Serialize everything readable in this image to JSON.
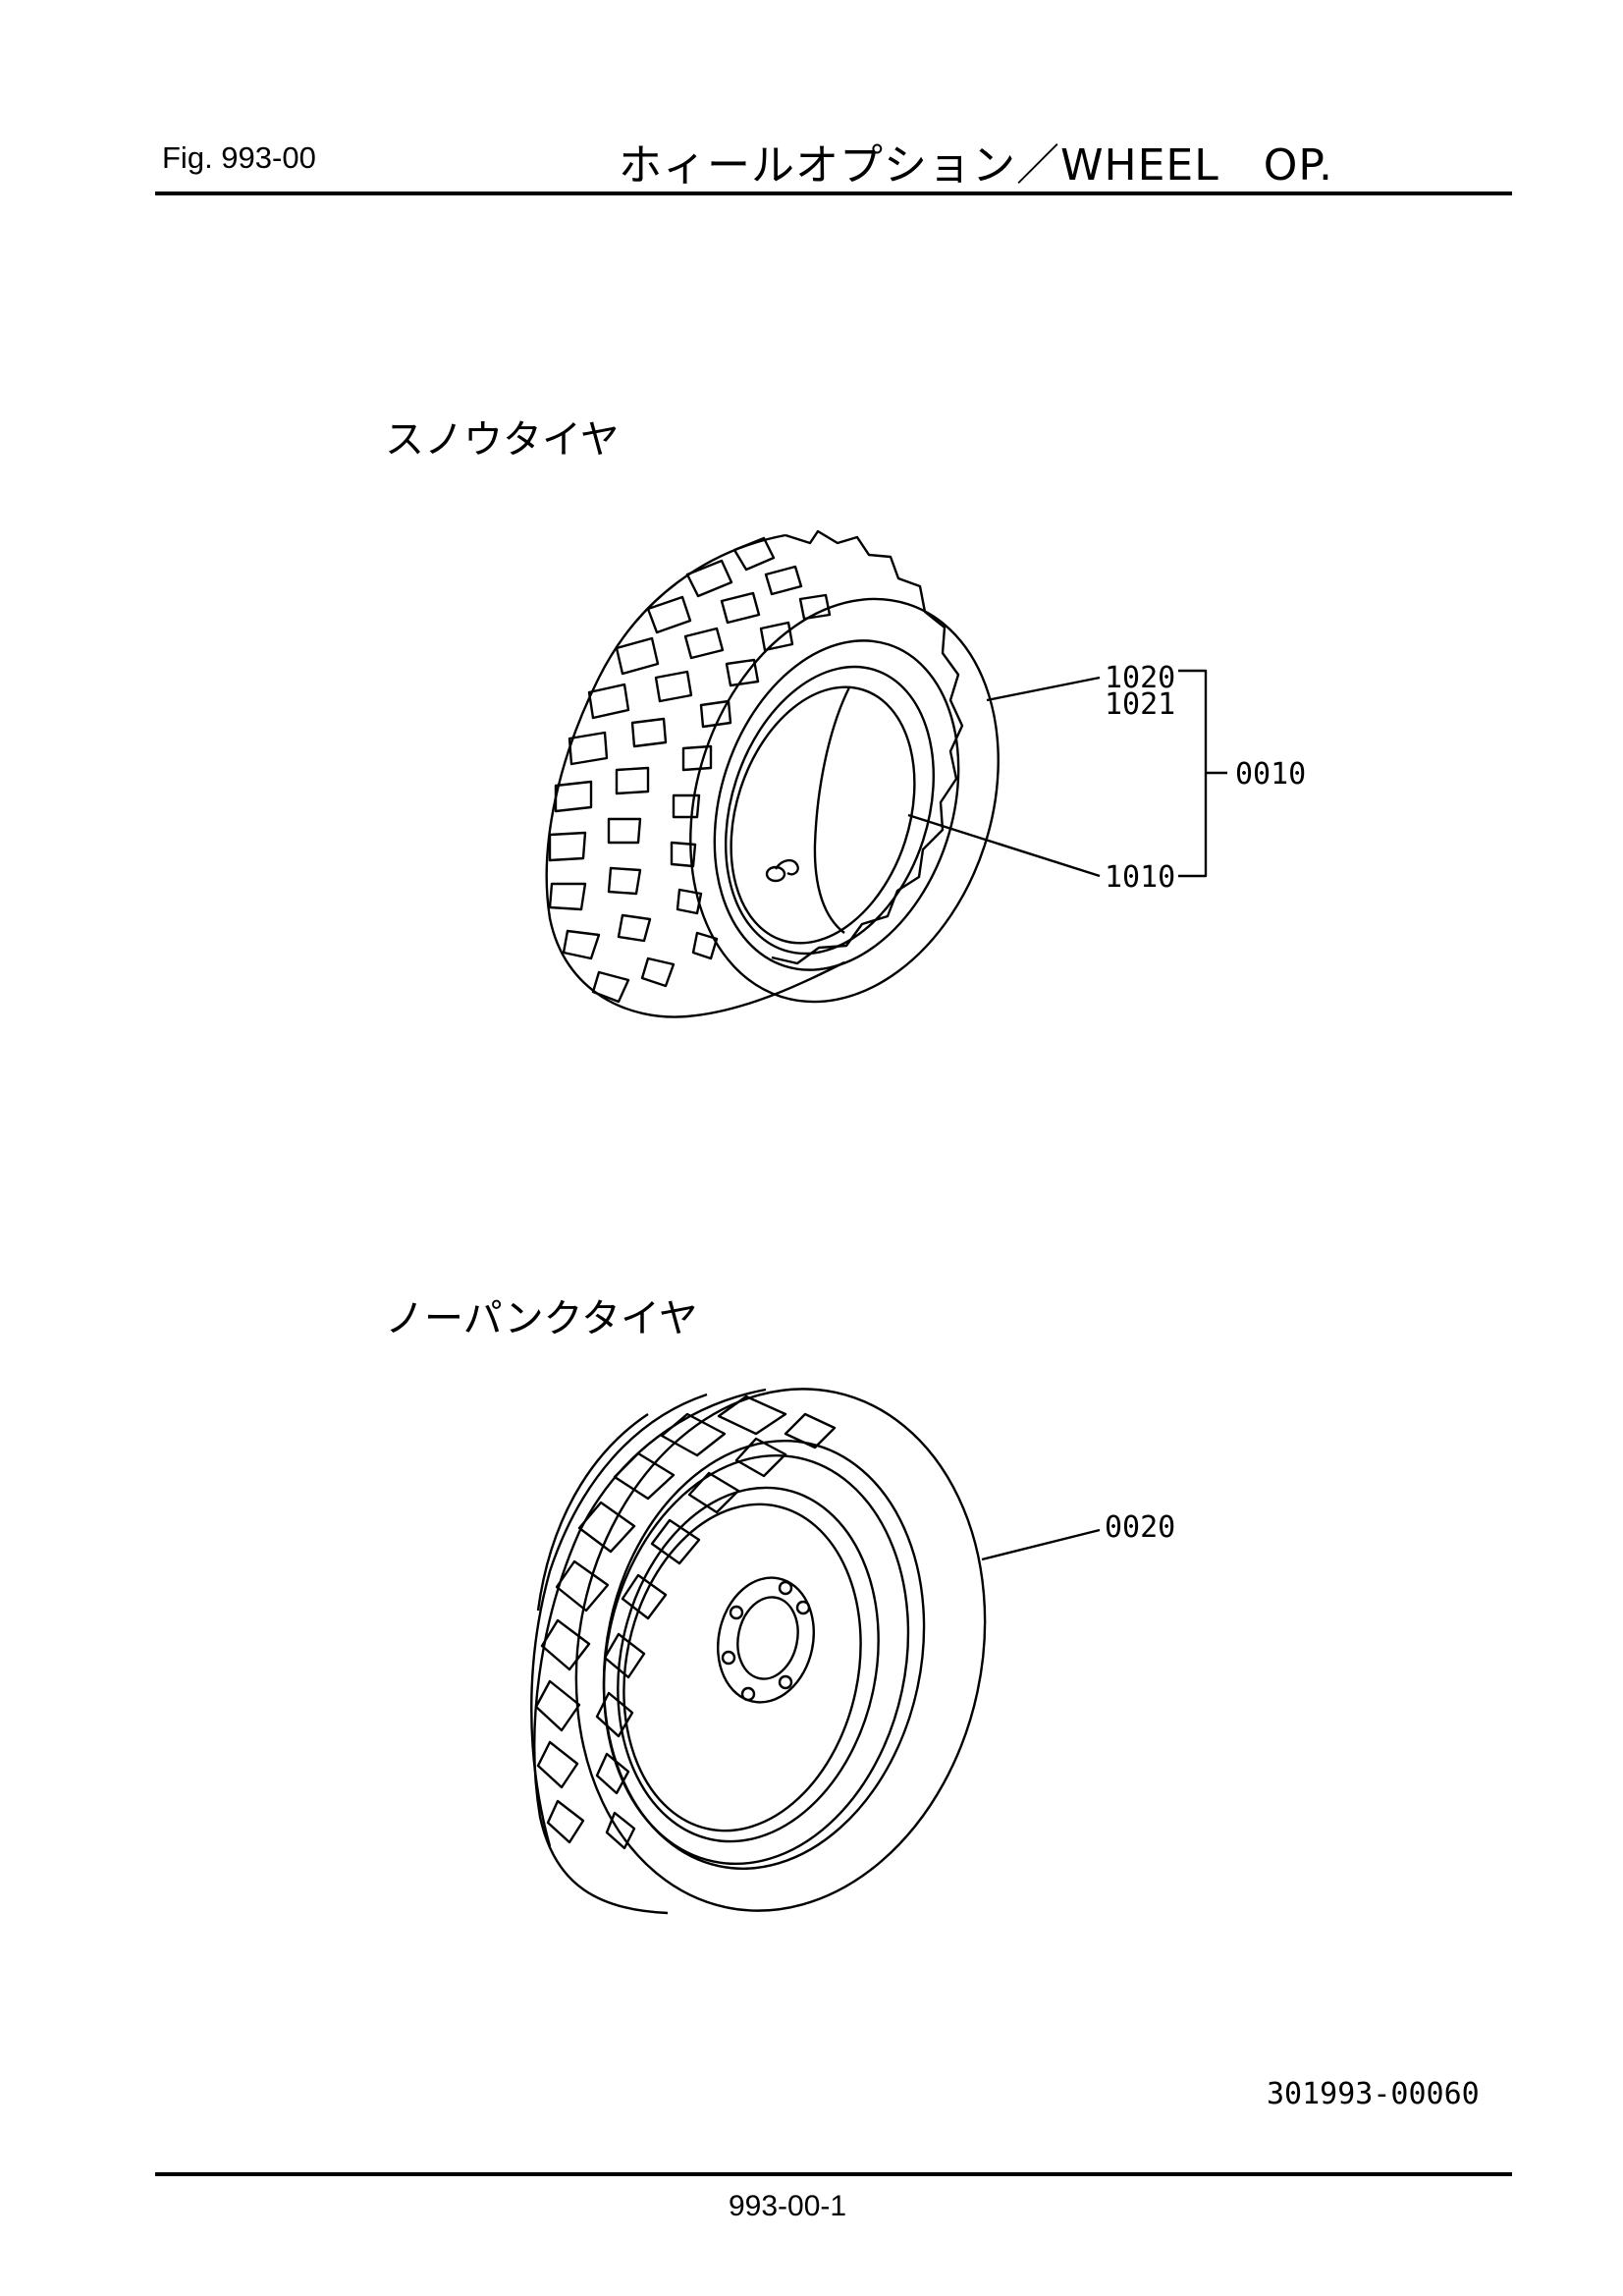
{
  "header": {
    "fig_label": "Fig.  993-00",
    "title": "ホィールオプション／WHEEL　OP."
  },
  "sections": [
    {
      "label": "スノウタイヤ",
      "parts": [
        "1020",
        "1021",
        "0010",
        "1010"
      ]
    },
    {
      "label": "ノーパンクタイヤ",
      "parts": [
        "0020"
      ]
    }
  ],
  "footer": {
    "drawing_code": "301993-00060",
    "page_number": "993-00-1"
  }
}
